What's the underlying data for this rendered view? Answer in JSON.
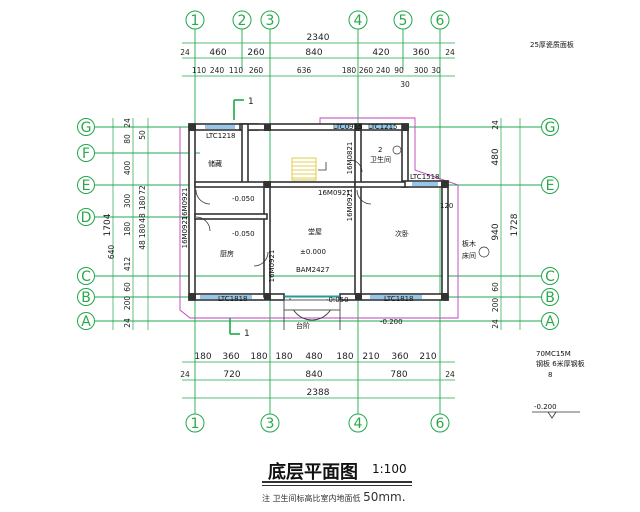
{
  "axes_top": [
    "1",
    "2",
    "3",
    "4",
    "5",
    "6"
  ],
  "axes_bottom": [
    "1",
    "3",
    "4",
    "6"
  ],
  "axes_left": [
    "G",
    "F",
    "E",
    "D",
    "C",
    "B",
    "A"
  ],
  "axes_right": [
    "G",
    "E",
    "C",
    "B",
    "A"
  ],
  "top_total": "2340",
  "top_row1": [
    "24",
    "460",
    "260",
    "840",
    "420",
    "360",
    "24"
  ],
  "top_row2": [
    "110",
    "240",
    "110",
    "260",
    "636",
    "180",
    "260",
    "240",
    "90",
    "300",
    "30"
  ],
  "top_extra": "30",
  "bottom_row1": [
    "180",
    "360",
    "180",
    "180",
    "480",
    "180",
    "210",
    "360",
    "210"
  ],
  "bottom_row2": [
    "24",
    "720",
    "840",
    "780",
    "24"
  ],
  "bottom_total": "2388",
  "left_outer": "1704",
  "left_seg": [
    "24",
    "80",
    "400",
    "300",
    "180",
    "640",
    "412",
    "60",
    "200",
    "24"
  ],
  "left_small": [
    "50",
    "72",
    "180",
    "48",
    "180",
    "48"
  ],
  "right_outer": "1728",
  "right_seg": [
    "24",
    "480",
    "940",
    "60",
    "200",
    "24"
  ],
  "right_label_side": "25厚瓷质面板",
  "right_label_mid1": "70MC15M",
  "right_label_mid2": "钢板 6米厚钢板",
  "right_label_mid3": "8",
  "right_level": "-0.200",
  "openings": {
    "ltc1218": "LTC1218",
    "ltc0915": "LTC0915",
    "ltc1215": "LTC1215",
    "m0821": "16M0821",
    "ltc1518": "LTC1518",
    "m0921a": "16M0921",
    "m0921b": "16M0921",
    "m0921c": "16M0921",
    "m0921d": "16M0921",
    "m0921e": "16M0921",
    "ltc1818a": "LTC1818",
    "ltc1818b": "LTC1818",
    "bam": "BAM2427",
    "d120": "120"
  },
  "rooms": {
    "storage": "储藏",
    "toilet": "卫生间",
    "kitchen": "厨房",
    "hall": "堂屋",
    "bedroom": "次卧",
    "bed_label": "板木",
    "bed_label2": "床间"
  },
  "levels": {
    "l1": "-0.050",
    "l2": "-0.050",
    "hall": "±0.000",
    "front": "-0.050",
    "outside": "-0.200",
    "wc": "2"
  },
  "section_mark": "1",
  "steps_label": "台阶",
  "title": "底层平面图",
  "scale": "1:100",
  "note_prefix": "注  卫生间标高比室内地面低",
  "note_value": "50mm."
}
